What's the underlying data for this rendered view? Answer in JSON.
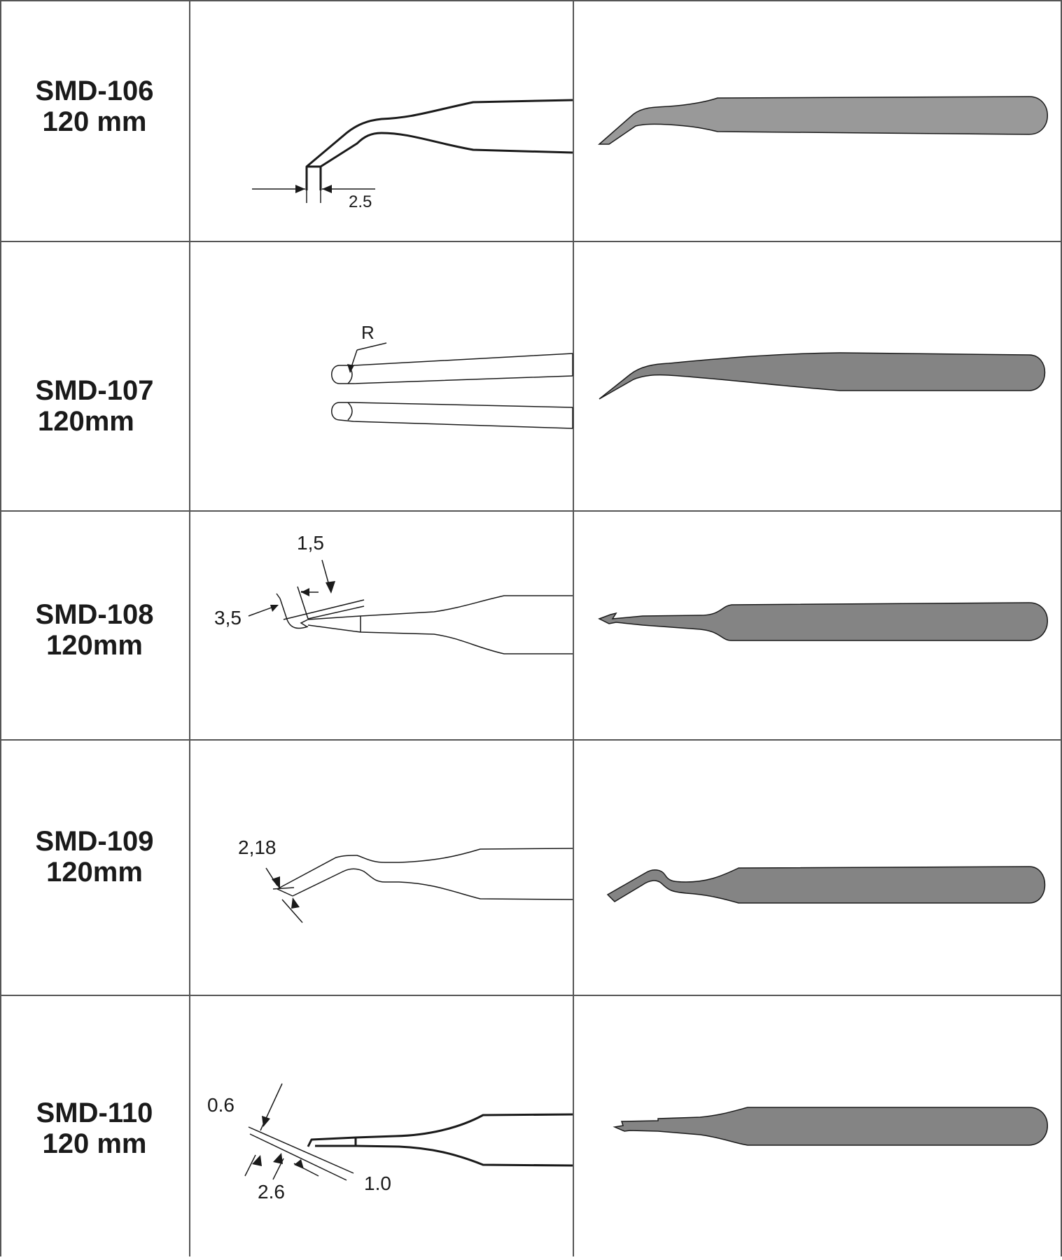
{
  "rows": [
    {
      "model": "SMD-106",
      "length": "120 mm",
      "dimensions": [
        "2.5"
      ]
    },
    {
      "model": "SMD-107",
      "length": "120mm",
      "dimensions": [
        "R"
      ]
    },
    {
      "model": "SMD-108",
      "length": "120mm",
      "dimensions": [
        "1,5",
        "3,5"
      ]
    },
    {
      "model": "SMD-109",
      "length": "120mm",
      "dimensions": [
        "2,18"
      ]
    },
    {
      "model": "SMD-110",
      "length": "120 mm",
      "dimensions": [
        "0.6",
        "2.6",
        "1.0"
      ]
    }
  ],
  "colors": {
    "grid": "#555555",
    "drawing": "#1a1a1a",
    "silhouette_light": "#999999",
    "silhouette_dark": "#848484"
  }
}
